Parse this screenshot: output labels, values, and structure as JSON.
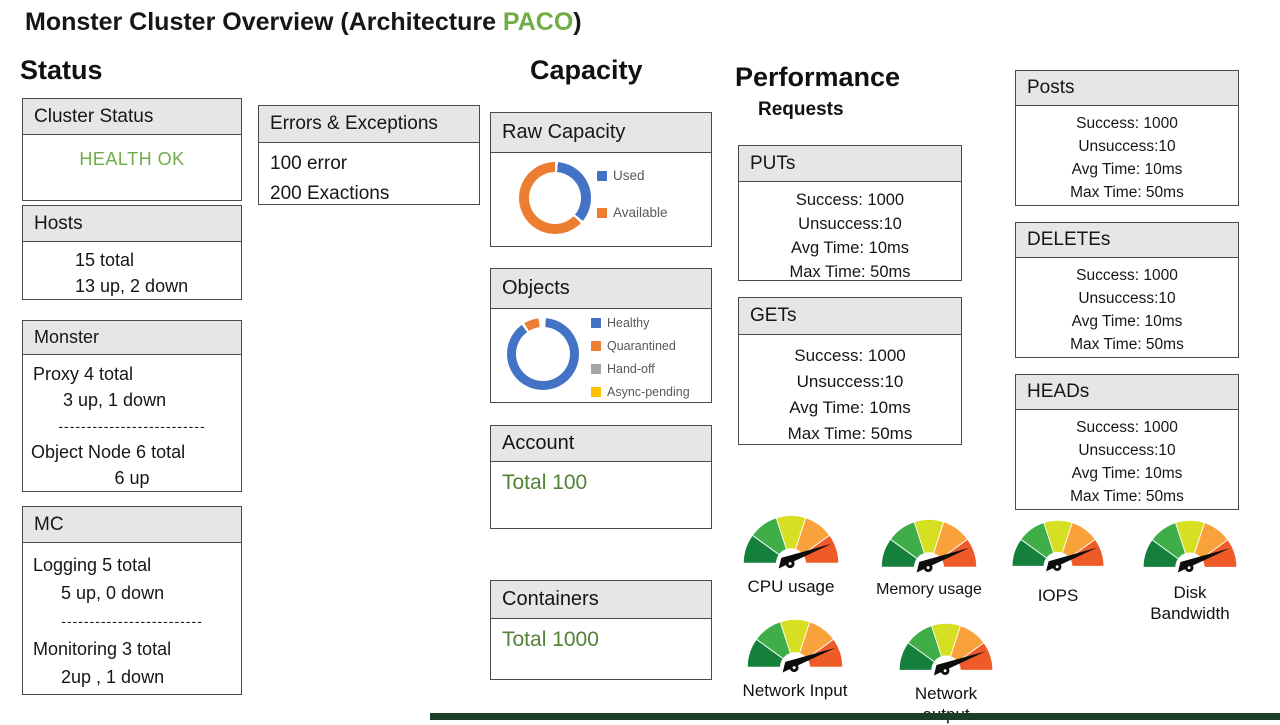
{
  "title": {
    "prefix": "Monster Cluster Overview (Architecture ",
    "highlight": "PACO",
    "suffix": ")"
  },
  "colors": {
    "title_green": "#70AD47",
    "health_green": "#6FAC46",
    "total_green": "#538135",
    "panel_header_fill": "#E7E6E6",
    "panel_border": "#4A4A4A",
    "legend_text": "#595959",
    "gauge_segments": [
      "#15803C",
      "#3FAE49",
      "#D7DF23",
      "#F9A13A",
      "#EE5A28"
    ],
    "needle": "#0D0D0D",
    "bottom_bar": "#1E3D28"
  },
  "status": {
    "heading": "Status",
    "cluster_status": {
      "title": "Cluster Status",
      "value": "HEALTH OK"
    },
    "hosts": {
      "title": "Hosts",
      "line1": "15 total",
      "line2": "13 up, 2 down"
    },
    "monster": {
      "title": "Monster",
      "line1": "Proxy 4 total",
      "line2": "3 up, 1 down",
      "divider": "--------------------------",
      "line3": "Object Node 6 total",
      "line4": "6 up"
    },
    "mc": {
      "title": "MC",
      "line1": "Logging 5 total",
      "line2": "5 up, 0 down",
      "divider": "-------------------------",
      "line3": "Monitoring 3  total",
      "line4": "2up , 1 down"
    }
  },
  "errors": {
    "title": "Errors & Exceptions",
    "line1": "100 error",
    "line2": "200 Exactions"
  },
  "capacity": {
    "heading": "Capacity",
    "raw_capacity_title": "Raw Capacity",
    "objects_title": "Objects",
    "account": {
      "title": "Account",
      "value": "Total 100"
    },
    "containers": {
      "title": "Containers",
      "value": "Total 1000"
    }
  },
  "performance": {
    "heading": "Performance",
    "subheading": "Requests",
    "requests": [
      {
        "title": "PUTs",
        "lines": [
          "Success: 1000",
          "Unsuccess:10",
          "Avg Time: 10ms",
          "Max Time: 50ms"
        ]
      },
      {
        "title": "GETs",
        "lines": [
          "Success: 1000",
          "Unsuccess:10",
          "Avg Time: 10ms",
          "Max Time: 50ms"
        ]
      },
      {
        "title": "Posts",
        "lines": [
          "Success: 1000",
          "Unsuccess:10",
          "Avg Time: 10ms",
          "Max Time: 50ms"
        ]
      },
      {
        "title": "DELETEs",
        "lines": [
          "Success: 1000",
          "Unsuccess:10",
          "Avg Time: 10ms",
          "Max Time: 50ms"
        ]
      },
      {
        "title": "HEADs",
        "lines": [
          "Success: 1000",
          "Unsuccess:10",
          "Avg Time: 10ms",
          "Max Time: 50ms"
        ]
      }
    ]
  },
  "gauges": [
    {
      "label": "CPU usage"
    },
    {
      "label": "Memory usage"
    },
    {
      "label": "IOPS"
    },
    {
      "label": "Disk",
      "label2": "Bandwidth"
    },
    {
      "label": "Network Input"
    },
    {
      "label": "Network output"
    }
  ],
  "chart_data": [
    {
      "type": "pie",
      "donut": true,
      "title": "Raw Capacity",
      "labels": [
        "Used",
        "Available"
      ],
      "values": [
        36,
        64
      ],
      "colors": [
        "#4472C4",
        "#ED7D31"
      ],
      "legend_position": "right"
    },
    {
      "type": "pie",
      "donut": true,
      "title": "Objects",
      "labels": [
        "Healthy",
        "Quarantined",
        "Hand-off",
        "Async-pending"
      ],
      "values": [
        90,
        8,
        0,
        0
      ],
      "colors": [
        "#4472C4",
        "#ED7D31",
        "#A5A5A5",
        "#FFC000"
      ],
      "legend_position": "right"
    },
    {
      "type": "gauge",
      "titles": [
        "CPU usage",
        "Memory usage",
        "IOPS",
        "Disk Bandwidth",
        "Network Input",
        "Network output"
      ],
      "segment_colors": [
        "#15803C",
        "#3FAE49",
        "#D7DF23",
        "#F9A13A",
        "#EE5A28"
      ],
      "needle_position_pct": 85
    }
  ]
}
